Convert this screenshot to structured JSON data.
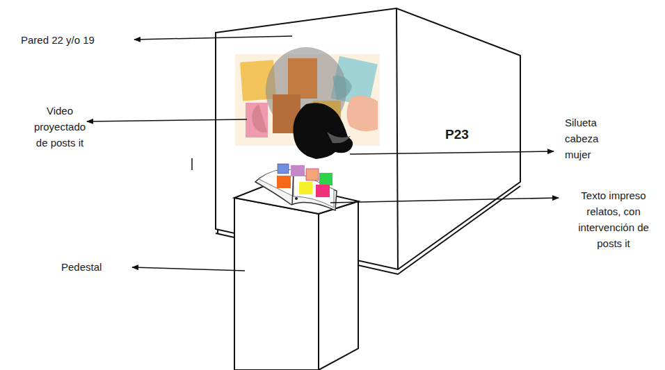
{
  "diagram": {
    "labels": [
      "Pared 22 y/o 19",
      "Video proyectado de posts it",
      "Silueta cabeza mujer",
      "Texto impreso relatos, con intervención de posts it",
      "Pedestal",
      "P23"
    ]
  }
}
